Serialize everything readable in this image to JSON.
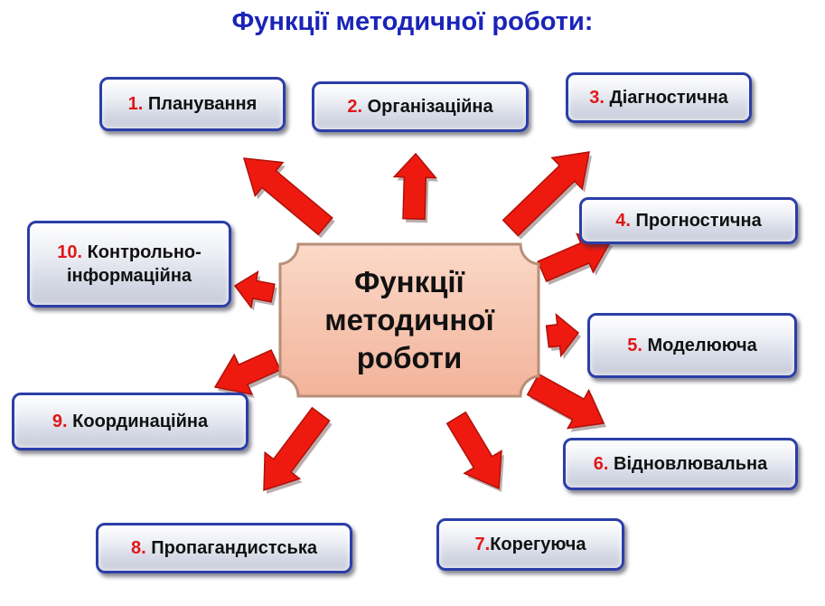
{
  "title": "Функції методичної роботи:",
  "center": {
    "line1": "Функції",
    "line2": "методичної",
    "line3": "роботи"
  },
  "functions": [
    {
      "num": "1.",
      "text": " Планування"
    },
    {
      "num": "2.",
      "text": " Організаційна"
    },
    {
      "num": "3.",
      "text": " Діагностична"
    },
    {
      "num": "4.",
      "text": " Прогностична"
    },
    {
      "num": "5.",
      "text": " Моделююча"
    },
    {
      "num": "6.",
      "text": " Відновлювальна"
    },
    {
      "num": "7.",
      "text": "Корегуюча"
    },
    {
      "num": "8.",
      "text": " Пропагандистська"
    },
    {
      "num": "9.",
      "text": " Координаційна"
    },
    {
      "num": "10.",
      "text": " Контрольно-",
      "text2": "інформаційна"
    }
  ],
  "colors": {
    "title": "#1a24b8",
    "number": "#e01818",
    "arrow_fill": "#ee1a10",
    "arrow_stroke": "#b01008",
    "box_border": "#2b3ea8",
    "center_fill": "#f5c2aa",
    "center_border": "#b88e78"
  }
}
